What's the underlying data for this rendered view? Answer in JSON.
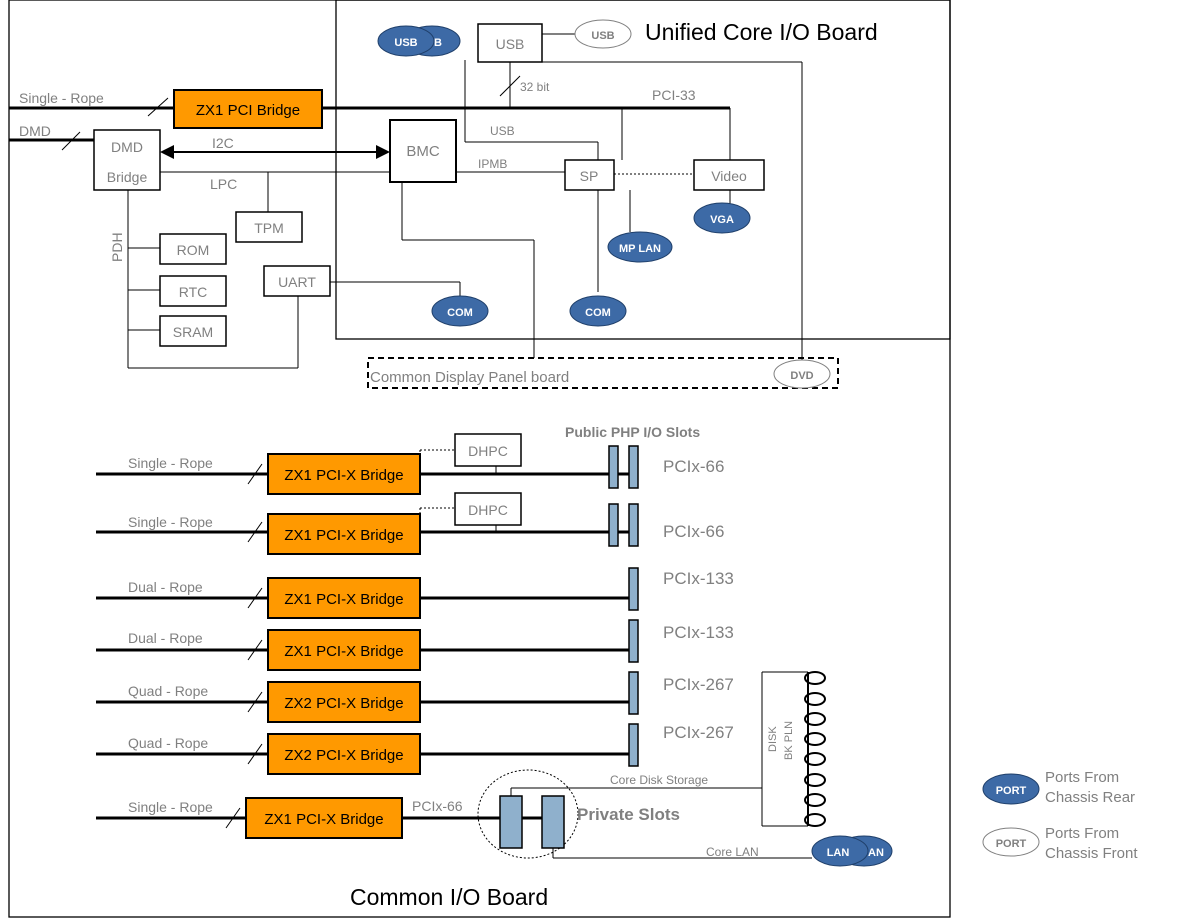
{
  "boards": {
    "unified": "Unified Core I/O Board",
    "common": "Common I/O Board",
    "display_panel": "Common Display Panel board"
  },
  "upper": {
    "rope_single": "Single - Rope",
    "dmd_in": "DMD",
    "zx1_pci_bridge": "ZX1 PCI Bridge",
    "dmd_bridge_line1": "DMD",
    "dmd_bridge_line2": "Bridge",
    "i2c": "I2C",
    "lpc": "LPC",
    "pdh": "PDH",
    "bmc": "BMC",
    "tpm": "TPM",
    "rom": "ROM",
    "rtc": "RTC",
    "sram": "SRAM",
    "uart": "UART",
    "usb_chip": "USB",
    "usb_port_rear_a": "USB",
    "usb_port_rear_b": "B",
    "usb_port_front": "USB",
    "bus_32bit": "32 bit",
    "pci33": "PCI-33",
    "usb_line": "USB",
    "ipmb": "IPMB",
    "sp": "SP",
    "video": "Video",
    "vga": "VGA",
    "mp_lan": "MP LAN",
    "com_left": "COM",
    "com_right": "COM",
    "dvd": "DVD"
  },
  "lower": {
    "public_slots_title": "Public PHP I/O Slots",
    "dhpc_1": "DHPC",
    "dhpc_2": "DHPC",
    "bridges": [
      {
        "rope": "Single - Rope",
        "bridge": "ZX1 PCI-X Bridge",
        "bus": "PCIx-66"
      },
      {
        "rope": "Single - Rope",
        "bridge": "ZX1 PCI-X Bridge",
        "bus": "PCIx-66"
      },
      {
        "rope": "Dual - Rope",
        "bridge": "ZX1 PCI-X Bridge",
        "bus": "PCIx-133"
      },
      {
        "rope": "Dual - Rope",
        "bridge": "ZX1 PCI-X Bridge",
        "bus": "PCIx-133"
      },
      {
        "rope": "Quad - Rope",
        "bridge": "ZX2 PCI-X Bridge",
        "bus": "PCIx-267"
      },
      {
        "rope": "Quad - Rope",
        "bridge": "ZX2 PCI-X Bridge",
        "bus": "PCIx-267"
      }
    ],
    "private_rope": "Single - Rope",
    "private_bridge": "ZX1 PCI-X Bridge",
    "private_bus": "PCIx-66",
    "private_slots": "Private Slots",
    "core_disk_storage": "Core  Disk Storage",
    "disk_bk_pln_1": "DISK",
    "disk_bk_pln_2": "BK PLN",
    "core_lan": "Core  LAN",
    "lan_a": "LAN",
    "lan_b": "AN"
  },
  "legend": {
    "rear_port": "PORT",
    "rear_line1": "Ports From",
    "rear_line2": "Chassis Rear",
    "front_port": "PORT",
    "front_line1": "Ports From",
    "front_line2": "Chassis Front"
  },
  "colors": {
    "bridge_fill": "#ff9900",
    "rear_port_fill": "#3d6aa6",
    "slot_fill": "#8fb0cc",
    "text_gray": "#808080"
  }
}
